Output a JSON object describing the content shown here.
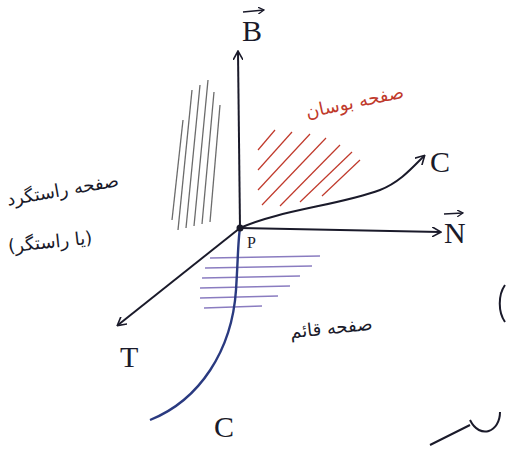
{
  "diagram": {
    "labels": [
      "B",
      "N",
      "T",
      "C",
      "C",
      "P",
      "صفحه بوسان",
      "صفحه راستگرد",
      "(یا راستگر)",
      "صفحه قائم"
    ]
  }
}
